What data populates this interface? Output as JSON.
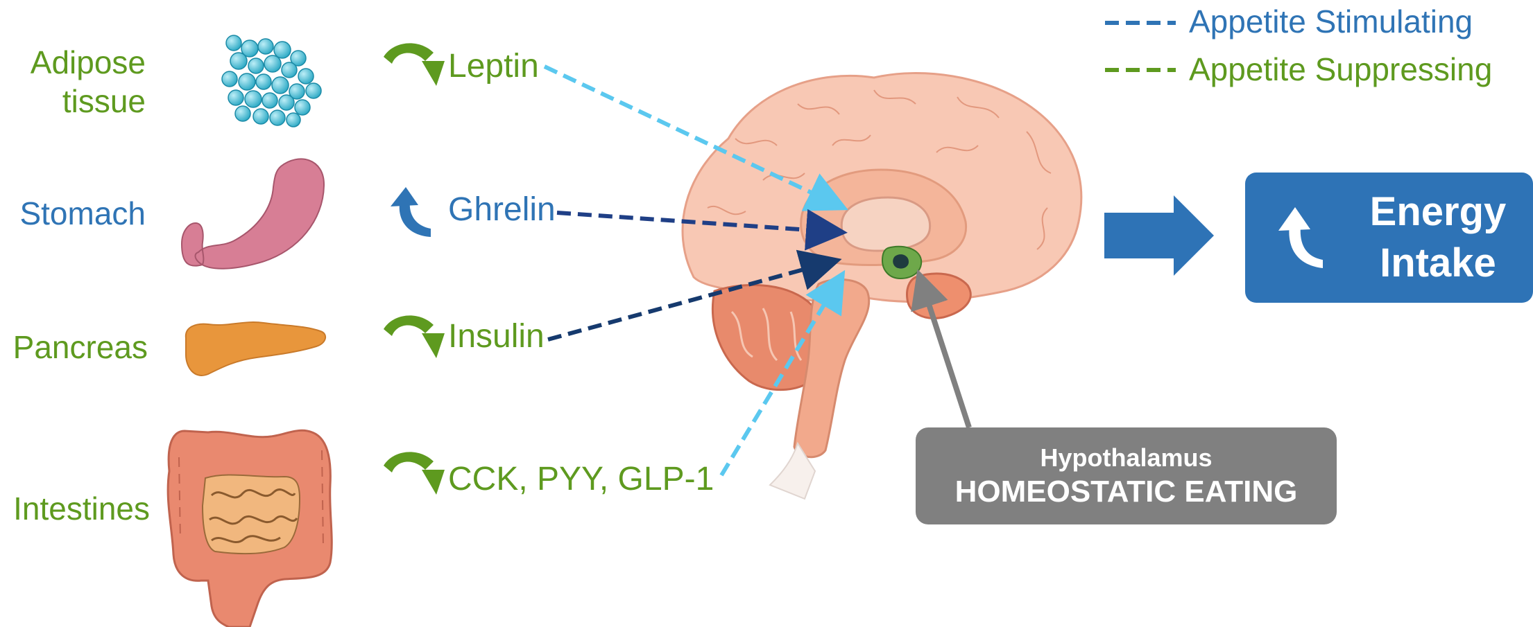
{
  "legend": {
    "stimulating": "Appetite Stimulating",
    "suppressing": "Appetite Suppressing",
    "stimulating_color": "#2f74b5",
    "suppressing_color": "#5e9a1f"
  },
  "organs": {
    "adipose": "Adipose tissue",
    "stomach": "Stomach",
    "pancreas": "Pancreas",
    "intestines": "Intestines"
  },
  "hormones": {
    "leptin": {
      "label": "Leptin",
      "trend_icon": "curved-arrow-down-icon"
    },
    "ghrelin": {
      "label": "Ghrelin",
      "trend_icon": "curved-arrow-up-icon"
    },
    "insulin": {
      "label": "Insulin",
      "trend_icon": "curved-arrow-down-icon"
    },
    "gut": {
      "label": "CCK, PYY, GLP-1",
      "trend_icon": "curved-arrow-down-icon"
    }
  },
  "output": {
    "label": "Energy Intake",
    "trend_icon": "curved-arrow-up-icon",
    "box_color": "#2e73b6"
  },
  "hypothalamus": {
    "title": "Hypothalamus",
    "subtitle": "HOMEOSTATIC EATING",
    "box_color": "#808080"
  },
  "colors": {
    "green": "#5e9a1f",
    "blue": "#2f74b5",
    "light_blue_dash": "#5bc8ef",
    "dark_blue_dash": "#1f3f86",
    "navy_dash": "#163a6e"
  }
}
